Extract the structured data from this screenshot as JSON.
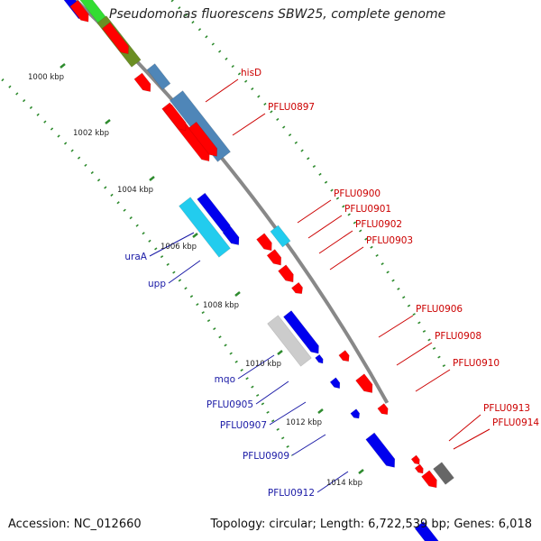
{
  "title": "Pseudomonas fluorescens SBW25, complete genome",
  "footer": {
    "accession_label": "Accession:",
    "accession": "NC_012660",
    "topology_label": "Topology:",
    "topology": "circular;",
    "length_label": "Length:",
    "length": "6,722,539 bp;",
    "genes_label": "Genes:",
    "genes": "6,018"
  },
  "colors": {
    "backbone": "#888888",
    "tick_dots": "#2e8b2e",
    "label_red": "#cc0000",
    "label_blue": "#1a1aa6",
    "gene_red": "#ff0000",
    "gene_blue": "#0000ee",
    "gene_steel": "#4f86b8",
    "gene_cyan": "#22ccee",
    "gene_olive": "#6b8e23",
    "gene_gray": "#666666",
    "gene_silver": "#cccccc",
    "gene_green": "#33dd33"
  },
  "axis_labels": [
    "1000 kbp",
    "1002 kbp",
    "1004 kbp",
    "1006 kbp",
    "1008 kbp",
    "1010 kbp",
    "1012 kbp",
    "1014 kbp"
  ],
  "gene_labels_right": [
    "hisD",
    "PFLU0897",
    "PFLU0900",
    "PFLU0901",
    "PFLU0902",
    "PFLU0903",
    "PFLU0906",
    "PFLU0908",
    "PFLU0910",
    "PFLU0913",
    "PFLU0914"
  ],
  "gene_labels_left": [
    "uraA",
    "upp",
    "mqo",
    "PFLU0905",
    "PFLU0907",
    "PFLU0909",
    "PFLU0912"
  ]
}
